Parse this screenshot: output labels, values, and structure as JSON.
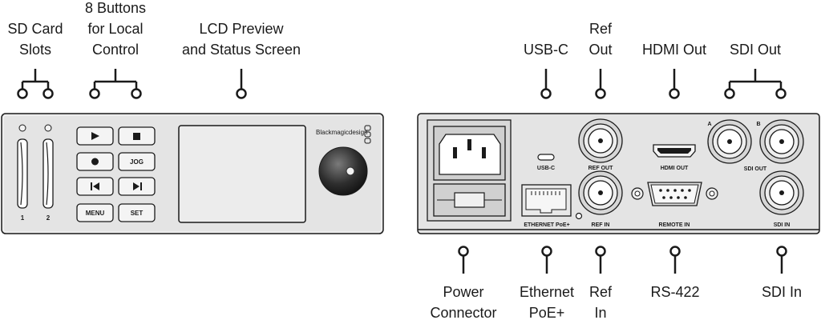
{
  "callouts_top_front": [
    {
      "id": "sd-card-slots",
      "lines": [
        "SD Card",
        "Slots"
      ]
    },
    {
      "id": "buttons",
      "lines": [
        "8 Buttons",
        "for Local",
        "Control"
      ]
    },
    {
      "id": "lcd",
      "lines": [
        "LCD Preview",
        "and Status Screen"
      ]
    }
  ],
  "callouts_top_rear": [
    {
      "id": "usb-c",
      "lines": [
        "USB-C"
      ]
    },
    {
      "id": "ref-out",
      "lines": [
        "Ref",
        "Out"
      ]
    },
    {
      "id": "hdmi-out",
      "lines": [
        "HDMI Out"
      ]
    },
    {
      "id": "sdi-out",
      "lines": [
        "SDI Out"
      ]
    }
  ],
  "callouts_bottom_rear": [
    {
      "id": "power",
      "lines": [
        "Power",
        "Connector"
      ]
    },
    {
      "id": "ethernet",
      "lines": [
        "Ethernet",
        "PoE+"
      ]
    },
    {
      "id": "ref-in",
      "lines": [
        "Ref",
        "In"
      ]
    },
    {
      "id": "rs422",
      "lines": [
        "RS-422"
      ]
    },
    {
      "id": "sdi-in",
      "lines": [
        "SDI In"
      ]
    }
  ],
  "front_panel": {
    "brand": "Blackmagicdesign",
    "slot_numbers": [
      "1",
      "2"
    ],
    "buttons": [
      {
        "id": "play",
        "label": "▶"
      },
      {
        "id": "stop",
        "label": "■"
      },
      {
        "id": "record",
        "label": "●"
      },
      {
        "id": "jog",
        "label": "JOG"
      },
      {
        "id": "prev",
        "label": "⏮"
      },
      {
        "id": "next",
        "label": "⏭"
      },
      {
        "id": "menu",
        "label": "MENU"
      },
      {
        "id": "set",
        "label": "SET"
      }
    ]
  },
  "rear_panel": {
    "labels": {
      "usb_c": "USB-C",
      "ref_out": "REF OUT",
      "hdmi_out": "HDMI OUT",
      "sdi_out": "SDI OUT",
      "ethernet": "ETHERNET PoE+",
      "ref_in": "REF IN",
      "remote_in": "REMOTE IN",
      "sdi_in": "SDI IN",
      "sdi_a": "A",
      "sdi_b": "B"
    }
  }
}
